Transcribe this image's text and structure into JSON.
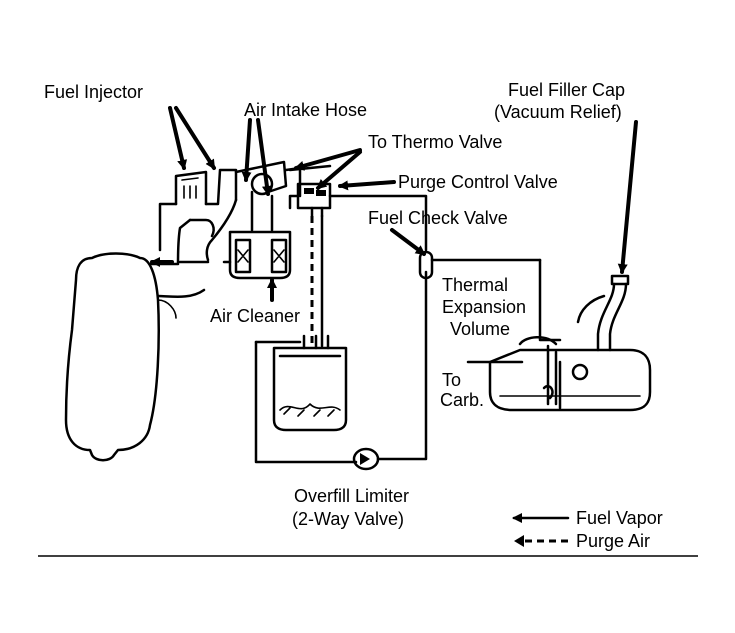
{
  "labels": {
    "fuel_injector": "Fuel Injector",
    "air_intake_hose": "Air Intake Hose",
    "to_thermo_valve": "To Thermo Valve",
    "purge_control_valve": "Purge Control Valve",
    "fuel_check_valve": "Fuel Check Valve",
    "fuel_filler_cap_line1": "Fuel Filler Cap",
    "fuel_filler_cap_line2": "(Vacuum Relief)",
    "thermal_line1": "Thermal",
    "thermal_line2": "Expansion",
    "thermal_line3": "Volume",
    "to_carb_line1": "To",
    "to_carb_line2": "Carb.",
    "air_cleaner": "Air Cleaner",
    "overfill_line1": "Overfill Limiter",
    "overfill_line2": "(2-Way Valve)"
  },
  "legend": {
    "fuel_vapor": "Fuel Vapor",
    "purge_air": "Purge Air"
  }
}
